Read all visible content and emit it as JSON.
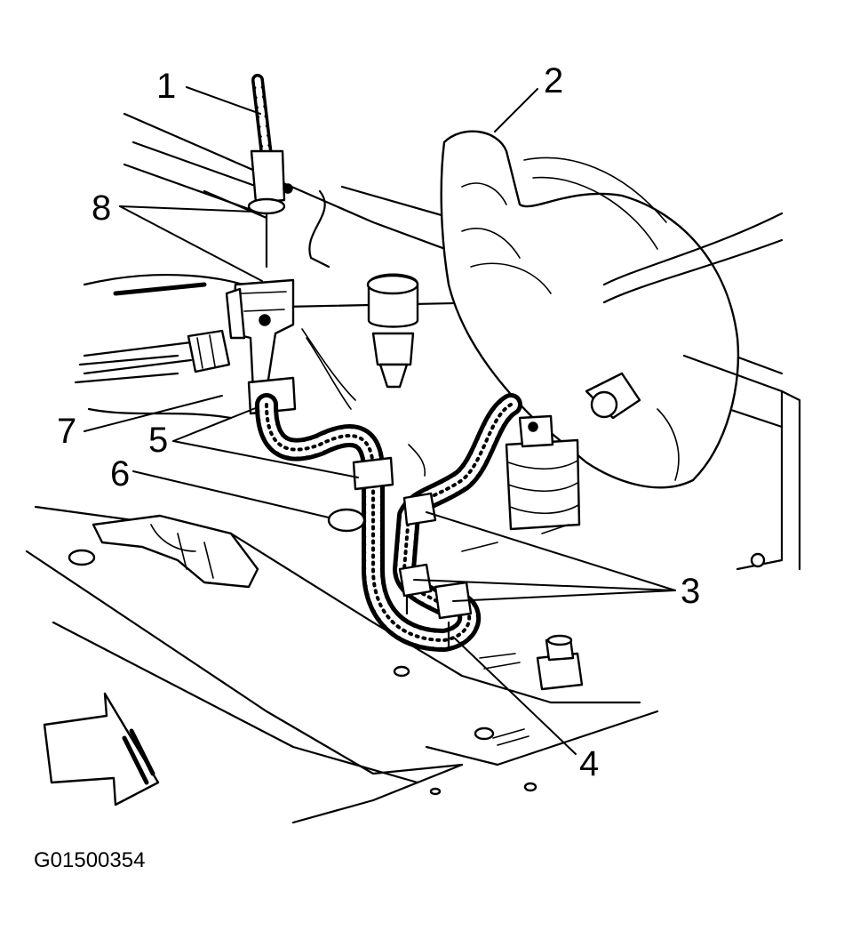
{
  "figure": {
    "code": "G01500354"
  },
  "callouts": [
    {
      "id": "1",
      "label": "1"
    },
    {
      "id": "2",
      "label": "2"
    },
    {
      "id": "3",
      "label": "3"
    },
    {
      "id": "4",
      "label": "4"
    },
    {
      "id": "5",
      "label": "5"
    },
    {
      "id": "6",
      "label": "6"
    },
    {
      "id": "7",
      "label": "7"
    },
    {
      "id": "8",
      "label": "8"
    }
  ],
  "orientation_arrow": {
    "icon": "front-arrow-icon"
  }
}
